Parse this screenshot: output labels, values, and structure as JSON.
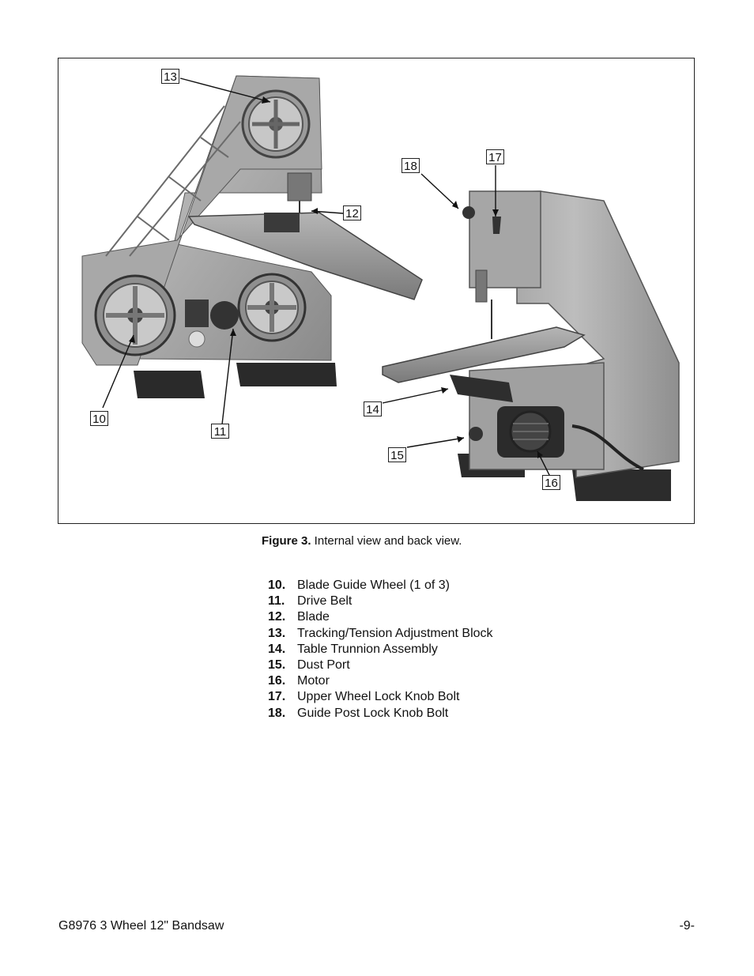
{
  "figure": {
    "callouts": [
      "13",
      "12",
      "18",
      "17",
      "10",
      "11",
      "14",
      "15",
      "16"
    ],
    "caption_label": "Figure 3.",
    "caption_text": " Internal view and back view."
  },
  "parts": [
    {
      "num": "10.",
      "label": "Blade Guide Wheel (1 of 3)"
    },
    {
      "num": "11.",
      "label": "Drive Belt"
    },
    {
      "num": "12.",
      "label": "Blade"
    },
    {
      "num": "13.",
      "label": "Tracking/Tension Adjustment Block"
    },
    {
      "num": "14.",
      "label": "Table Trunnion Assembly"
    },
    {
      "num": "15.",
      "label": "Dust Port"
    },
    {
      "num": "16.",
      "label": "Motor"
    },
    {
      "num": "17.",
      "label": "Upper Wheel Lock Knob Bolt"
    },
    {
      "num": "18.",
      "label": "Guide Post Lock Knob Bolt"
    }
  ],
  "footer": {
    "title": "G8976 3 Wheel 12\" Bandsaw",
    "page": "-9-"
  }
}
